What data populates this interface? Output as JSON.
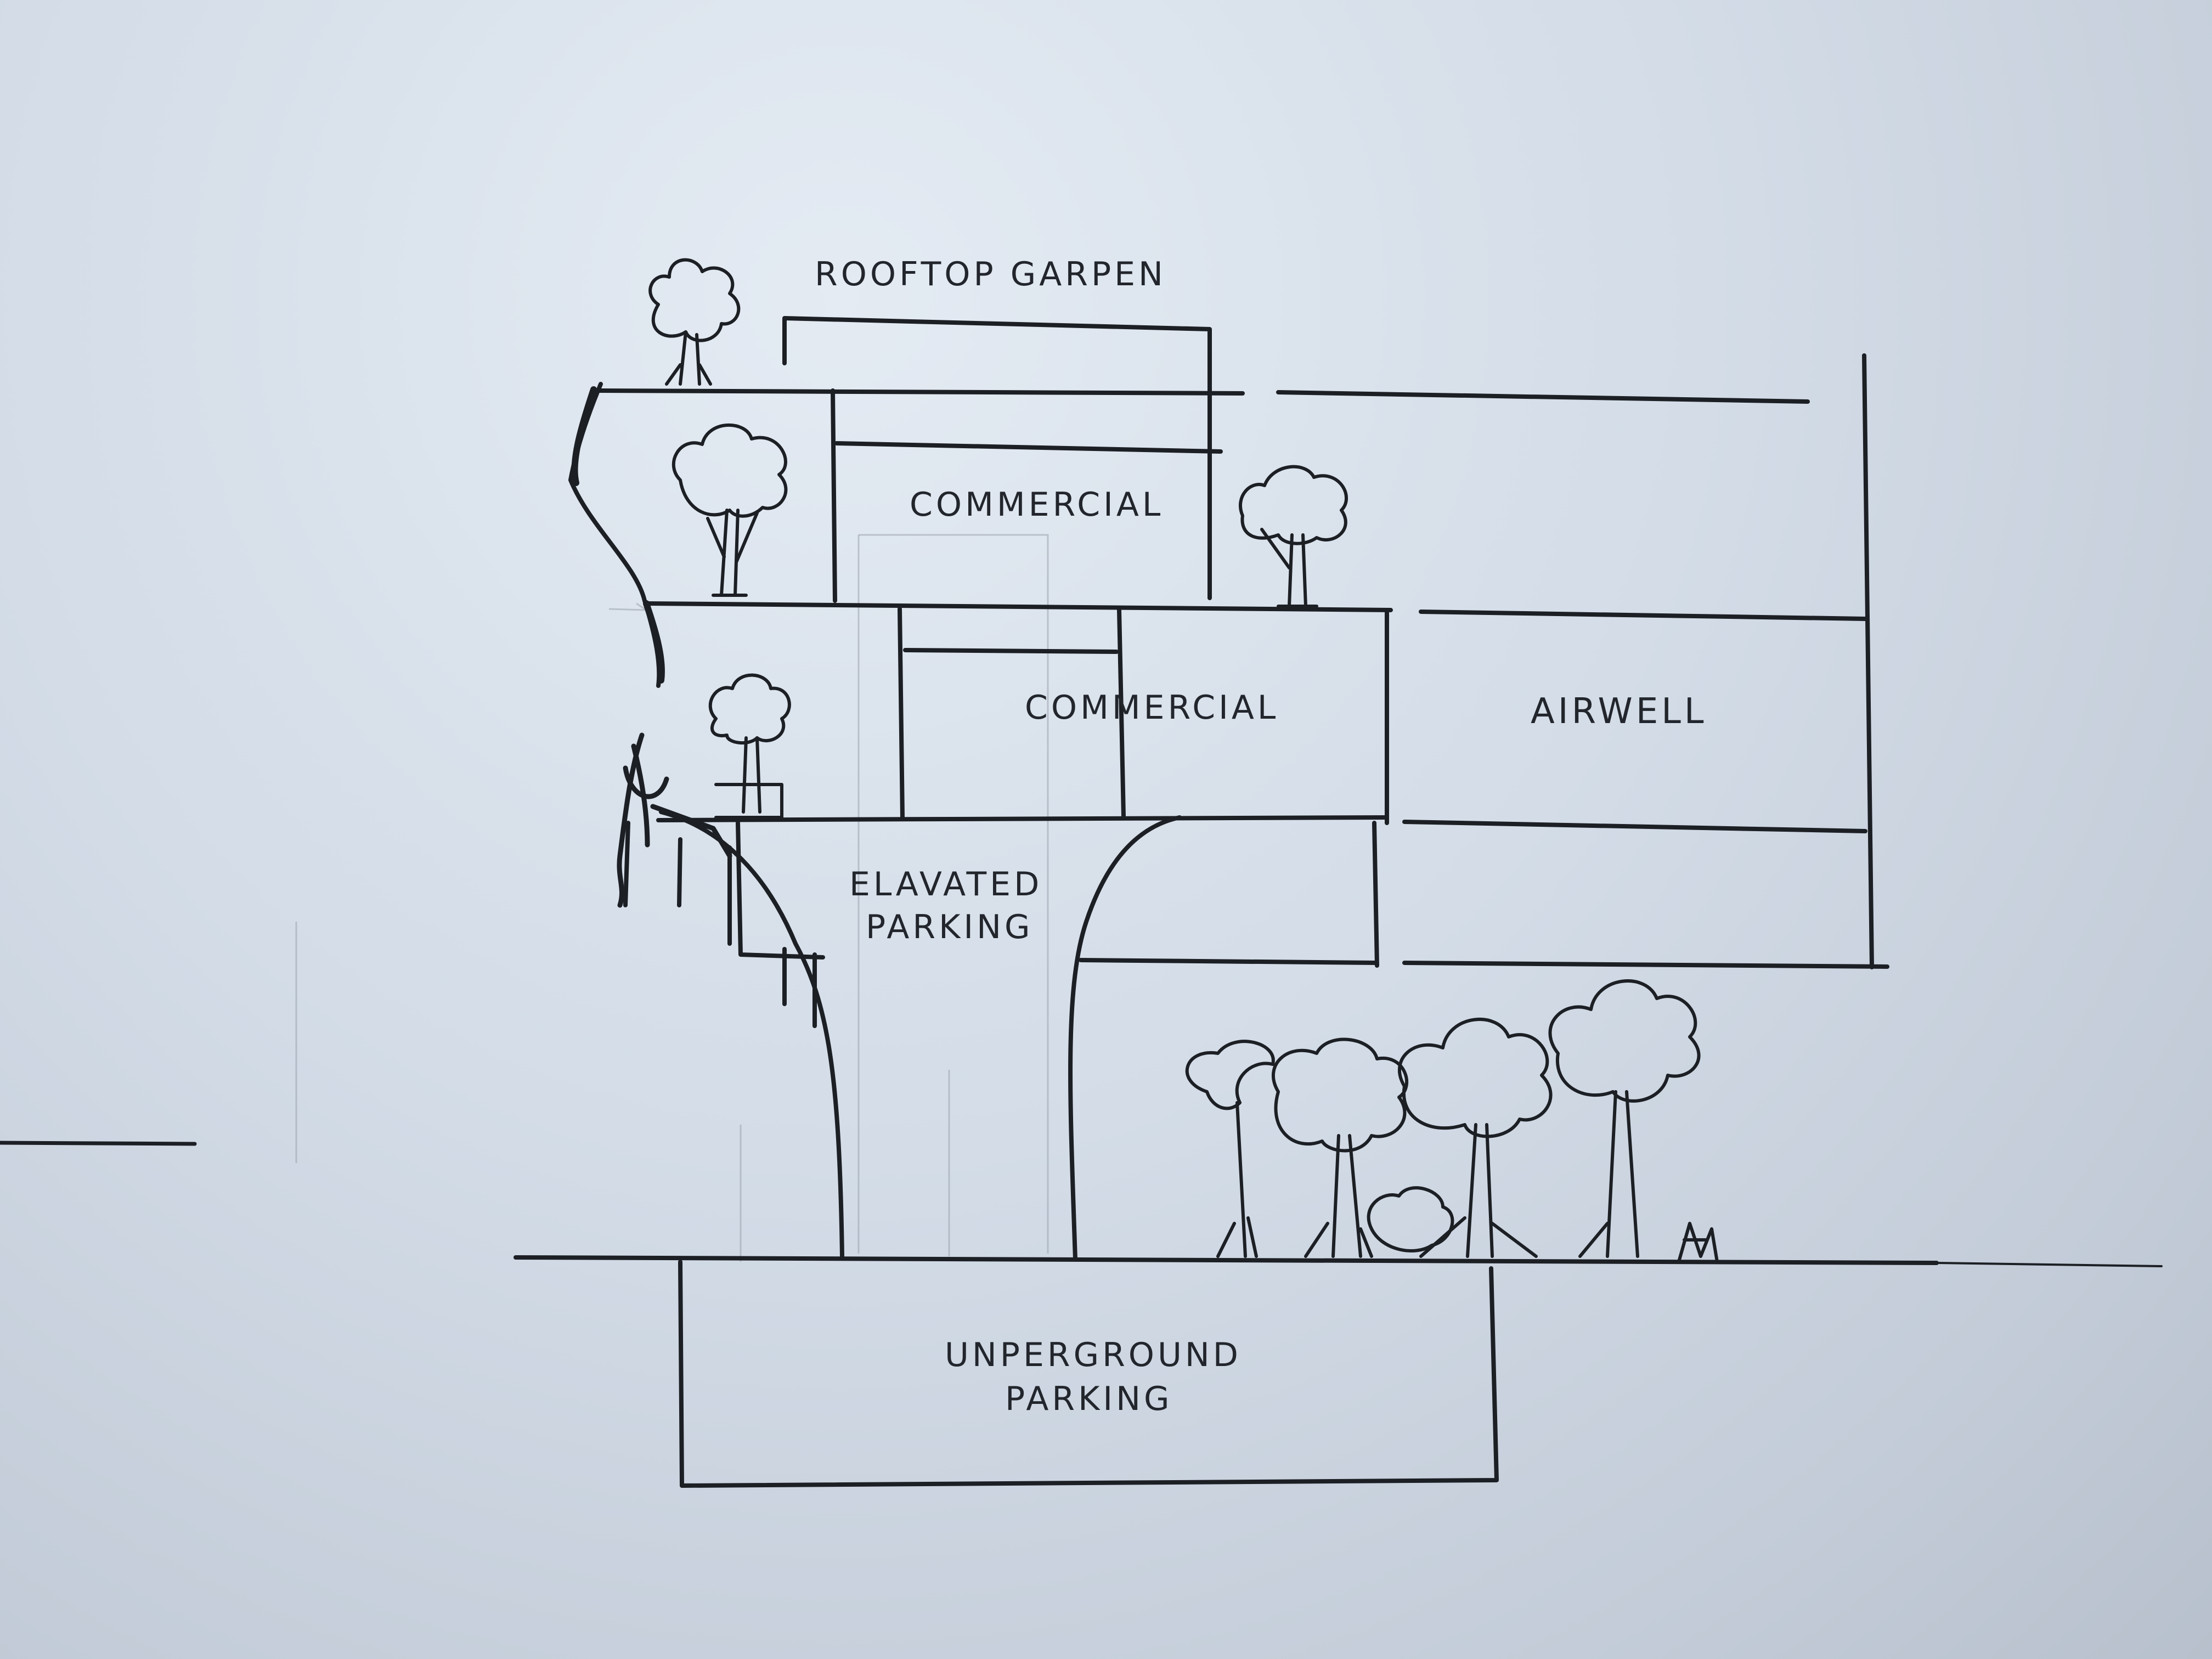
{
  "labels": {
    "rooftop_garden": "ROOFTOP GARPEN",
    "commercial_upper": "COMMERCIAL",
    "commercial_lower": "COMMERCIAL",
    "airwell": "AIRWELL",
    "elevated_parking_1": "ELAVATED",
    "elevated_parking_2": "PARKING",
    "underground_parking_1": "UNPERGROUND",
    "underground_parking_2": "PARKING"
  },
  "colors": {
    "paper": "#d3dce7",
    "ink": "#1c1f24",
    "pencil": "#9aa3ad"
  },
  "icons": [
    "tree-icon",
    "shrub-icon"
  ]
}
